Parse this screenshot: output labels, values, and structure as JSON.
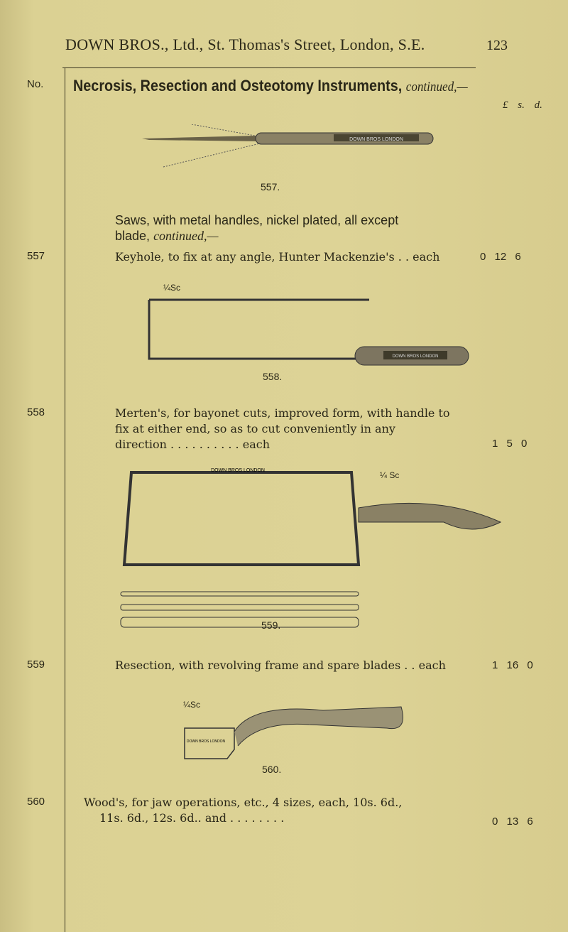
{
  "header": {
    "text": "DOWN BROS., Ltd., St. Thomas's Street, London, S.E.",
    "page_number": "123"
  },
  "column_header": "No.",
  "section": {
    "title": "Necrosis, Resection and Osteotomy Instruments,",
    "title_suffix": "continued,—",
    "currency_header": "£ s. d."
  },
  "subheading": {
    "line1": "Saws, with metal handles, nickel plated, all except",
    "line2": "blade,",
    "line2_suffix": "continued,—"
  },
  "figures": [
    {
      "caption": "557.",
      "engraving": "DOWN BROS LONDON"
    },
    {
      "caption": "558.",
      "scale": "¼Sc",
      "engraving": "DOWN BROS LONDON"
    },
    {
      "caption": "559.",
      "scale": "¼ Sc",
      "engraving": "DOWN BROS LONDON"
    },
    {
      "caption": "560.",
      "scale": "¼Sc",
      "engraving": "DOWN BROS LONDON"
    }
  ],
  "items": [
    {
      "no": "557",
      "lines": [
        "Keyhole, to fix at any angle, Hunter Mackenzie's  .   . each"
      ],
      "price": "0  12  6"
    },
    {
      "no": "558",
      "lines": [
        "Merten's, for bayonet cuts, improved form, with handle to",
        "fix at either end, so as to cut conveniently in any",
        "direction  .   .   .   .   .   .   .   .   .   . each"
      ],
      "price": "1  5  0"
    },
    {
      "no": "559",
      "lines": [
        "Resection, with revolving frame and spare blades  .   . each"
      ],
      "price": "1  16  0"
    },
    {
      "no": "560",
      "lines": [
        "Wood's, for jaw operations, etc., 4 sizes, each, 10s. 6d.,",
        "11s. 6d., 12s. 6d.. and  .   .   .   .   .   .   .   ."
      ],
      "price": "0  13  6"
    }
  ]
}
